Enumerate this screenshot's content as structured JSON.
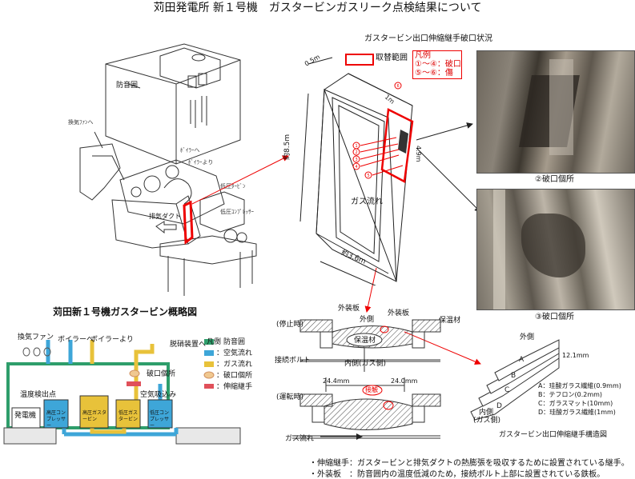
{
  "title": "苅田発電所 新１号機　ガスタービンガスリーク点検結果について",
  "left_sketch": {
    "label_soundproof": "防音囲",
    "label_exhaust_duct": "排気ダクト",
    "caption": "苅田新１号機ガスタービン概略図"
  },
  "center_diagram": {
    "title": "ガスタービン出口伸縮継手破口状況",
    "removal_range_label": "取替範囲",
    "dim_top": "0.5m",
    "dim_height": "約8.5m",
    "dim_width": "約3.6m",
    "gas_flow_label": "ガス流れ",
    "markers": [
      "⑥",
      "①",
      "②",
      "③",
      "④",
      "⑤"
    ]
  },
  "legend": {
    "title": "凡例",
    "line1": "①～④：破口",
    "line2": "⑤～⑥：傷"
  },
  "photos": {
    "caption1": "②破口個所",
    "caption2": "③破口個所"
  },
  "system_diagram": {
    "label_fan": "換気ファン",
    "label_to_boiler": "ボイラーへ",
    "label_from_boiler": "ボイラーより",
    "label_denitration": "脱硝装置へ",
    "label_temp_detector": "温度検出点",
    "label_generator": "発電機",
    "label_hp_compressor": "高圧コンプレッサー",
    "label_hp_turbine": "高圧ガスタービン",
    "label_lp_turbine": "低圧ガスタービン",
    "label_lp_compressor": "低圧コンプレッサー",
    "label_breach_point": "破口個所",
    "label_air_intake": "空気吸込み",
    "legend_title": "凡例",
    "legend_items": [
      "：防音囲",
      "：空気流れ",
      "：ガス流れ",
      "：破口個所",
      "：伸縮継手"
    ],
    "legend_colors": [
      "#2e9e6b",
      "#3ea6d8",
      "#e8c23a",
      "#f0c890",
      "#e0505a"
    ]
  },
  "section_diagram": {
    "label_outer_plate": "外装板",
    "label_outer_side": "外側",
    "label_insulation": "保温材",
    "label_stop": "(停止時)",
    "label_running": "(運転時)",
    "label_bolt": "接続ボルト",
    "label_inner": "内側(ガス側)",
    "dim1": "24.4mm",
    "dim2": "24.0mm",
    "label_contact": "接触",
    "gas_flow_label": "ガス流れ"
  },
  "structure_diagram": {
    "label_outer": "外側",
    "label_inner": "内側",
    "label_gas_side": "(ガス側)",
    "thickness": "12.1mm",
    "layers": [
      "A：珪酸ガラス繊維(0.9mm)",
      "B：テフロン(0.2mm)",
      "C：ガラスマット(10mm)",
      "D：珪酸ガラス繊維(1mm)"
    ],
    "caption": "ガスタービン出口伸縮継手構造図"
  },
  "footnotes": {
    "line1": "・伸縮継手：ガスタービンと排気ダクトの熱膨張を吸収するために設置されている継手。",
    "line2": "・外装板　：防音囲内の温度低減のため，接続ボルト上部に設置されている鉄板。"
  }
}
